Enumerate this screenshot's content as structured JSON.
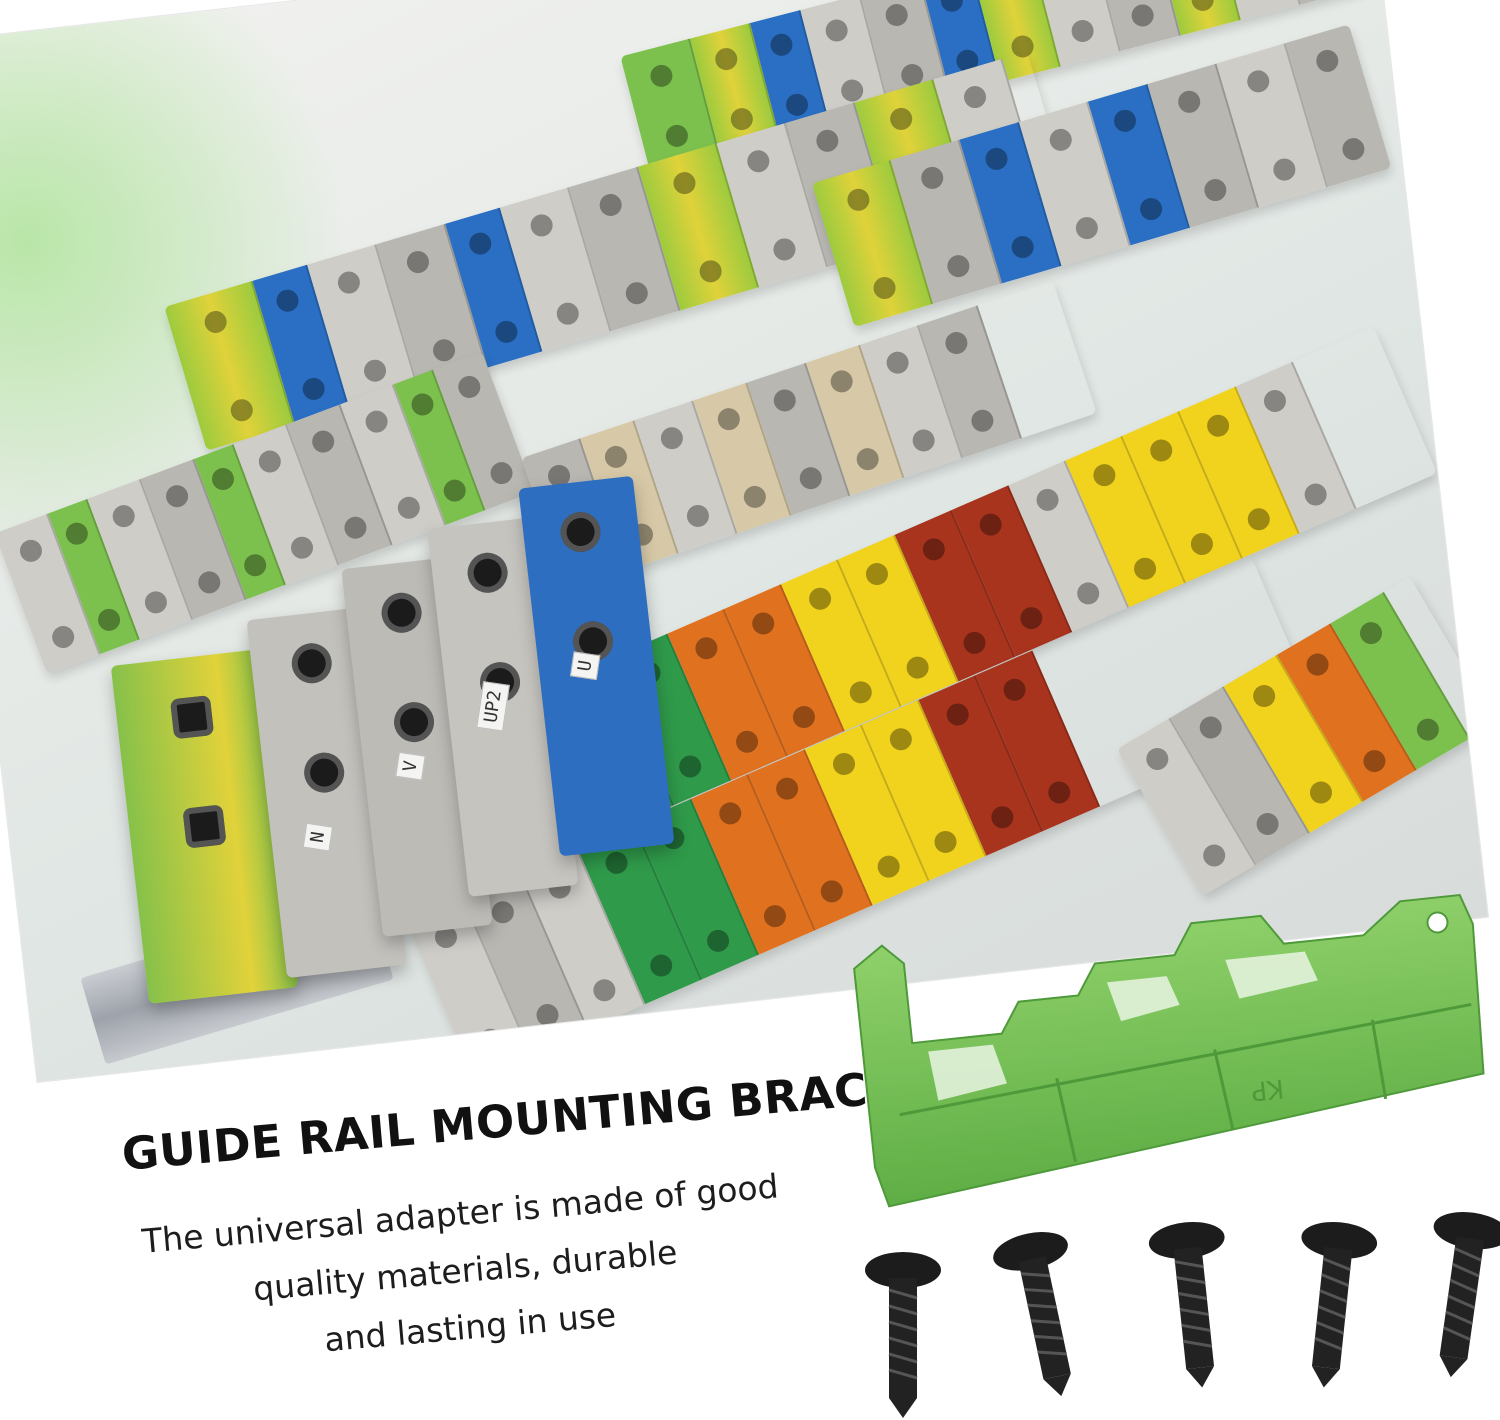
{
  "heading": "GUIDE RAIL MOUNTING BRACKET",
  "description_lines": [
    "The universal adapter is made of good",
    "quality materials, durable",
    "and lasting in use"
  ],
  "photo": {
    "terminal_markers": [
      "N",
      "V",
      "UP2",
      "U"
    ]
  },
  "product": {
    "bracket_color": "#7cc25a",
    "embossed_text": "KP",
    "screw_count": 5,
    "screw_color": "#1c1c1c"
  }
}
